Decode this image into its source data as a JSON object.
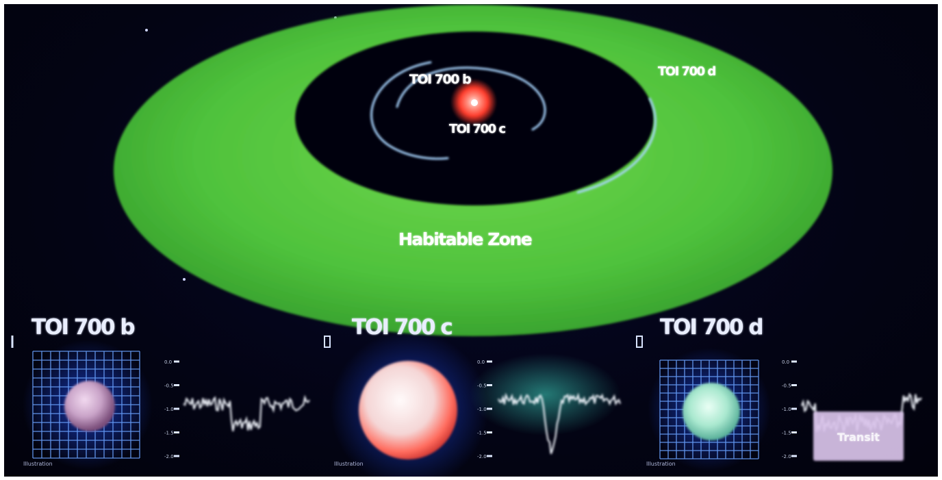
{
  "diagram": {
    "orbit_labels": {
      "planet_b": "TOI 700 b",
      "planet_c": "TOI 700 c",
      "planet_d": "TOI 700 d"
    },
    "zone_label": "Habitable Zone"
  },
  "panels": [
    {
      "title": "TOI 700 b",
      "illustration_label": "Illustration",
      "planet_color": "#c9a3c8",
      "y_ticks": [
        "0.0",
        "-0.5",
        "-1.0",
        "-1.5",
        "-2.0"
      ]
    },
    {
      "title": "TOI 700 c",
      "illustration_label": "Illustration",
      "planet_color": "#f4d6d6",
      "y_ticks": [
        "0.0",
        "-0.5",
        "-1.0",
        "-1.5",
        "-2.0"
      ]
    },
    {
      "title": "TOI 700 d",
      "illustration_label": "Illustration",
      "planet_color": "#a9e8cf",
      "y_ticks": [
        "0.0",
        "-0.5",
        "-1.0",
        "-1.5",
        "-2.0"
      ],
      "overlay_text": "Transit"
    }
  ],
  "colors": {
    "habitable_zone": "#4fc23c",
    "star": "#ff3b2a",
    "orbit": "#9fcfff",
    "grid": "#6aa2ff"
  }
}
